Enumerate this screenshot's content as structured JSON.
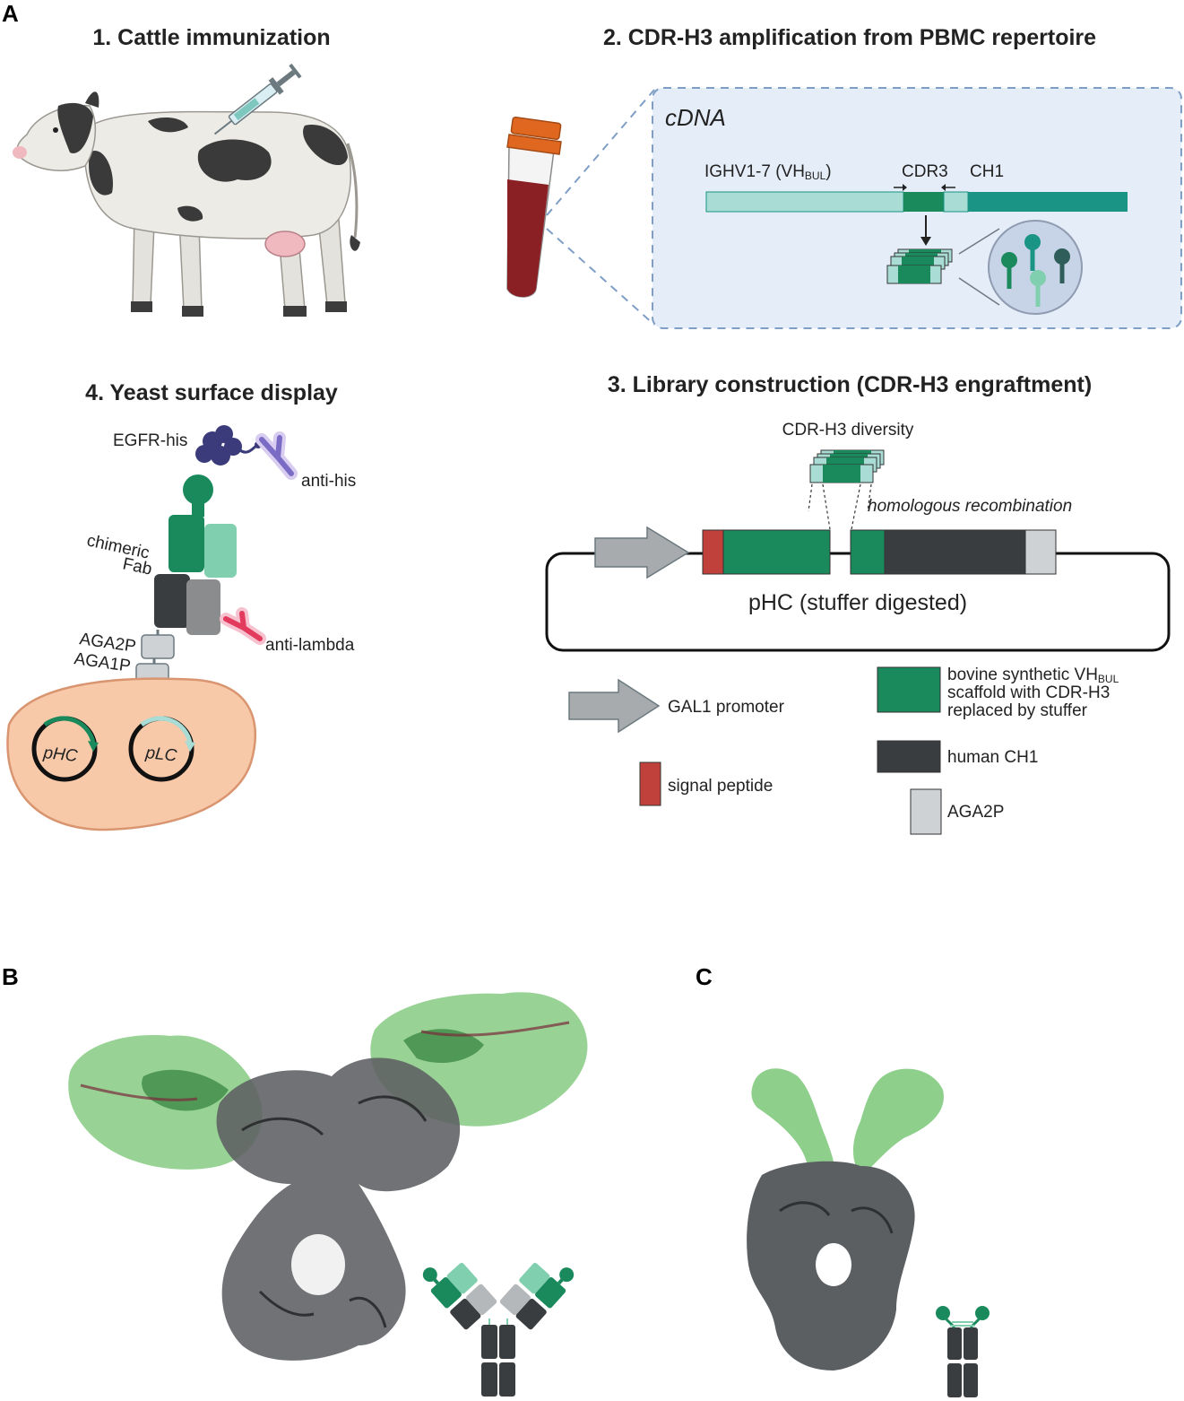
{
  "panels": {
    "a": "A",
    "b": "B",
    "c": "C"
  },
  "step1": {
    "title": "1. Cattle immunization"
  },
  "step2": {
    "title": "2. CDR-H3 amplification from PBMC repertoire",
    "cdna_label": "cDNA",
    "ighv_label": "IGHV1-7 (VH",
    "ighv_sub": "BUL",
    "ighv_close": ")",
    "cdr3_label": "CDR3",
    "ch1_label": "CH1"
  },
  "step3": {
    "title": "3. Library construction (CDR-H3 engraftment)",
    "diversity_label": "CDR-H3 diversity",
    "recombination_label": "homologous recombination",
    "plasmid_label": "pHC (stuffer digested)"
  },
  "step4": {
    "title": "4. Yeast surface display",
    "egfr_label": "EGFR-his",
    "antihis_label": "anti-his",
    "chimeric_label": "chimeric",
    "fab_label": "Fab",
    "antilambda_label": "anti-lambda",
    "aga2p_label": "AGA2P",
    "aga1p_label": "AGA1P",
    "phc_label": "pHC",
    "plc_label": "pLC"
  },
  "legend": {
    "gal1": "GAL1 promoter",
    "signal": "signal peptide",
    "scaffold_line1": "bovine synthetic VH",
    "scaffold_sub": "BUL",
    "scaffold_line2": "scaffold with CDR-H3",
    "scaffold_line3": "replaced by stuffer",
    "human_ch1": "human CH1",
    "aga2p": "AGA2P"
  },
  "colors": {
    "teal_dark": "#1a9485",
    "teal_light": "#a8dcd5",
    "green_dark": "#1a8a5c",
    "green_light": "#80cfae",
    "charcoal": "#3a3d3f",
    "grey_light": "#cfd2d4",
    "grey_mid": "#8a8c8e",
    "red": "#c0413b",
    "cdna_bg": "#e4edf8",
    "cdna_border": "#7f9ec6",
    "yeast": "#f7c9a9",
    "egfr": "#3b3a7a",
    "antihis": "#7a6cc4",
    "antilambda": "#e23b5e",
    "blood": "#8a1f24",
    "cap": "#e0671f",
    "structure_green": "#8fcf8c",
    "structure_grey": "#5c5f62"
  }
}
